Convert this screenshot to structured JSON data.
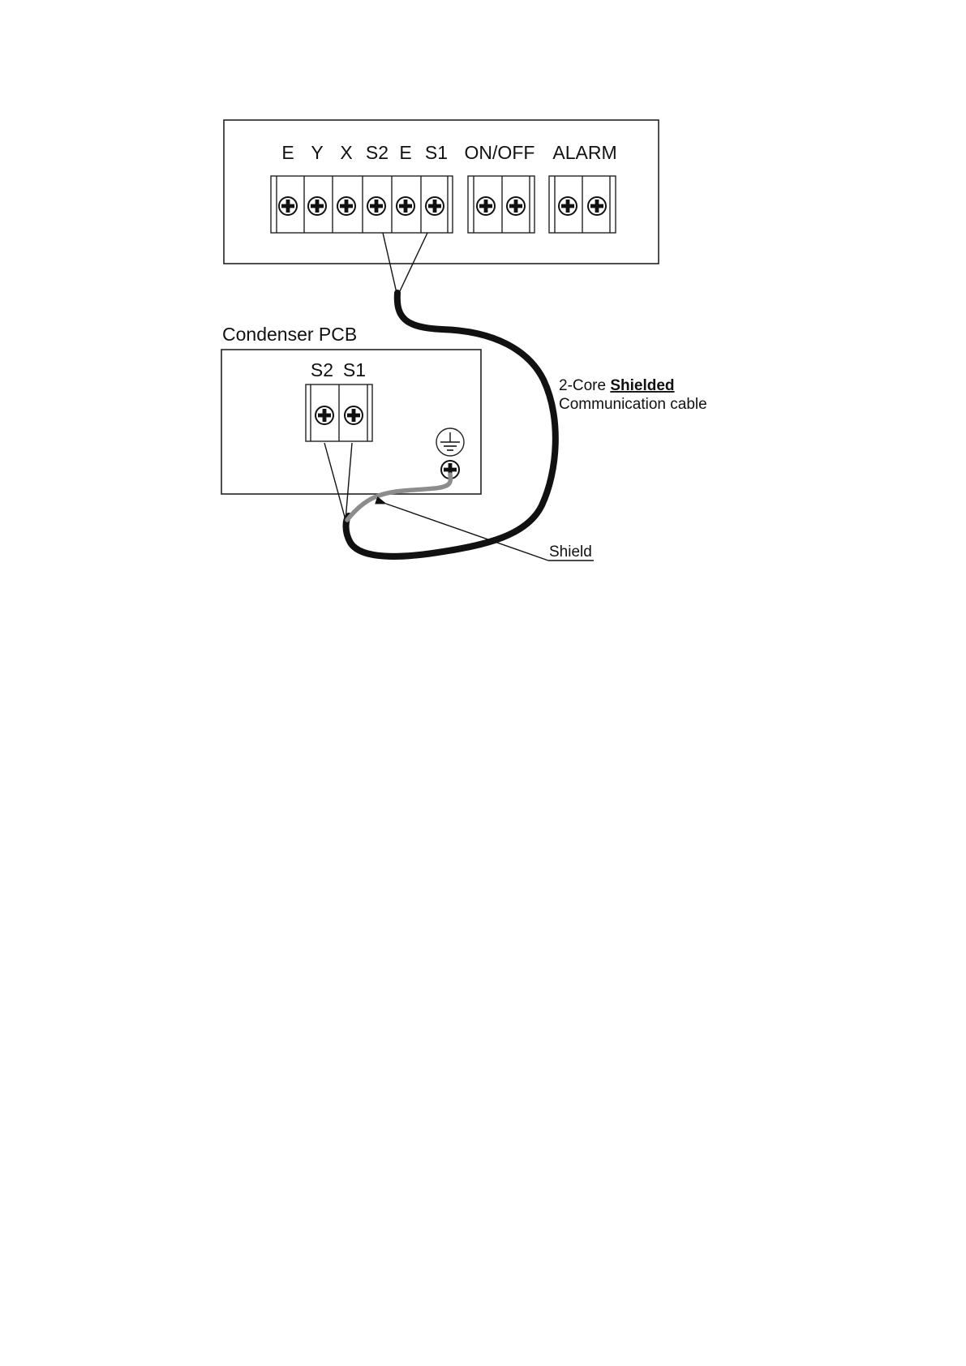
{
  "indoor_unit": {
    "terminal_labels": [
      "E",
      "Y",
      "X",
      "S2",
      "E",
      "S1",
      "ON/OFF",
      "ALARM"
    ]
  },
  "condenser": {
    "title": "Condenser PCB",
    "terminal_labels": [
      "S2",
      "S1"
    ]
  },
  "cable_note": {
    "prefix": "2-Core ",
    "emphasis": "Shielded",
    "line2": "Communication cable"
  },
  "shield_label": "Shield",
  "icons": {
    "screw": "screw-terminal-icon",
    "earth": "earth-ground-icon"
  },
  "colors": {
    "line": "#222222",
    "cable": "#111111",
    "shield_wire": "#8c8c8c",
    "background": "#ffffff"
  }
}
